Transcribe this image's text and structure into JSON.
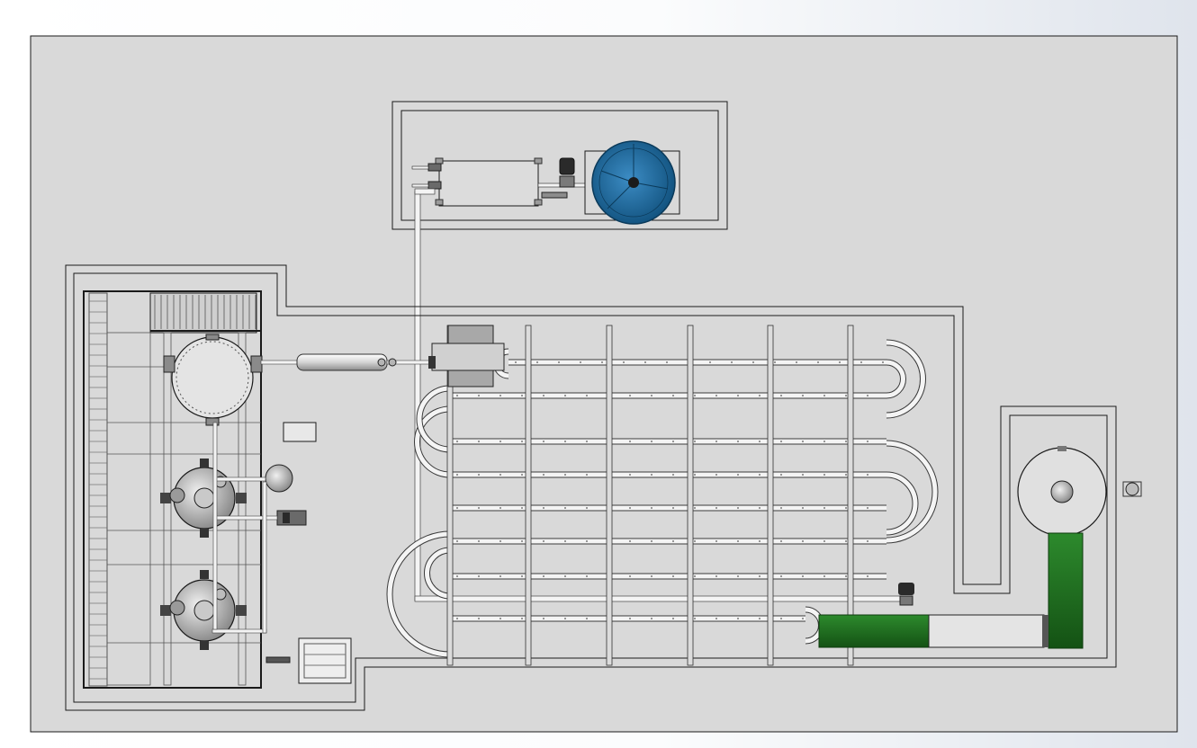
{
  "view": {
    "type": "cad-top-view",
    "background": "#ffffff",
    "sheet_fill": "#d9d9d9",
    "line_color": "#1a1a1a",
    "pipe_color": "#f4f4f4",
    "steel_color": "#b9b9b9",
    "blue_vessel_color": "#1f6fa3",
    "green_conveyor_color": "#1e6b1e",
    "labels": []
  },
  "equipment": [
    {
      "id": "heat-exchanger-room",
      "icon": "enclosure-icon"
    },
    {
      "id": "blue-tank",
      "icon": "tank-icon"
    },
    {
      "id": "reactor-platform",
      "icon": "platform-icon"
    },
    {
      "id": "reactor-upper",
      "icon": "reactor-icon"
    },
    {
      "id": "reactor-lower",
      "icon": "reactor-icon"
    },
    {
      "id": "cooling-coil",
      "icon": "coil-icon"
    },
    {
      "id": "condenser",
      "icon": "condenser-icon"
    },
    {
      "id": "round-tank",
      "icon": "tank-icon"
    },
    {
      "id": "green-conveyors",
      "icon": "conveyor-icon"
    }
  ]
}
